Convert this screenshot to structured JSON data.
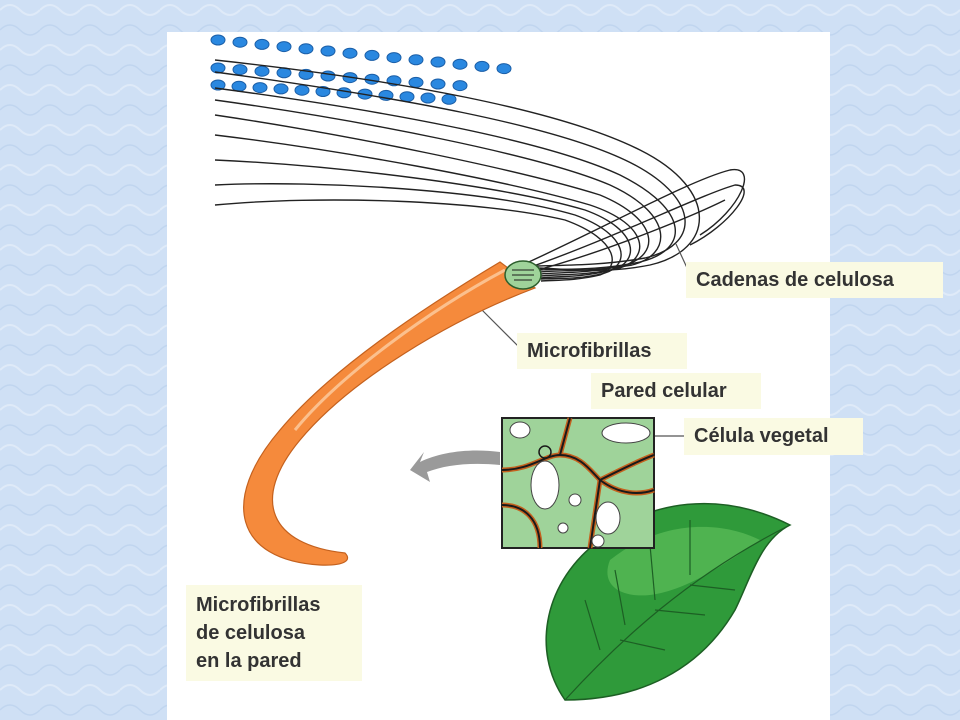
{
  "labels": {
    "cellulose_chains": "Cadenas de celulosa",
    "microfibrils": "Microfibrillas",
    "cell_wall": "Pared celular",
    "plant_cell": "Célula vegetal",
    "wall_microfibrils": [
      "Microfibrillas",
      "de celulosa",
      "en la pared"
    ]
  },
  "colors": {
    "background": "#cfe0f5",
    "panel": "#ffffff",
    "label_fill": "#fafae3",
    "label_text": "#333333",
    "microfibril_orange": "#f58a3c",
    "chain_units": "#2a88e0",
    "cell_green": "#9fd39a",
    "leaf_green": "#2f9a3a",
    "arrow_gray": "#9a9a9a"
  },
  "icons": {
    "arrow": "curved-arrow-icon"
  }
}
